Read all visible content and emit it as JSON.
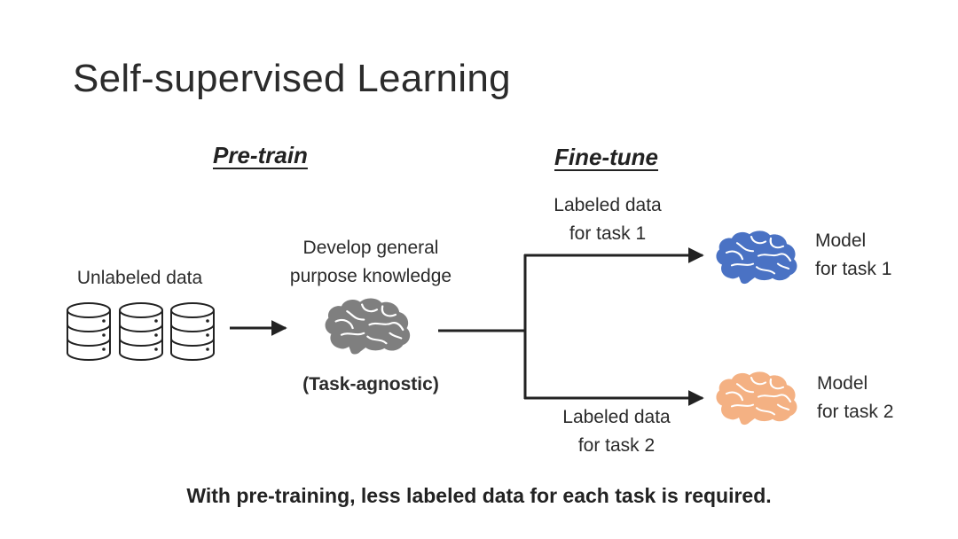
{
  "title": "Self-supervised Learning",
  "pretrain": {
    "heading": "Pre-train",
    "data_label": "Unlabeled data",
    "knowledge_line1": "Develop general",
    "knowledge_line2": "purpose knowledge",
    "qualifier": "(Task-agnostic)"
  },
  "finetune": {
    "heading": "Fine-tune",
    "task1_data_line1": "Labeled data",
    "task1_data_line2": "for task 1",
    "task2_data_line1": "Labeled data",
    "task2_data_line2": "for task 2",
    "model1_line1": "Model",
    "model1_line2": "for task 1",
    "model2_line1": "Model",
    "model2_line2": "for task 2"
  },
  "footer": "With pre-training, less labeled data for each task is required.",
  "colors": {
    "general_brain": "#7f7f7f",
    "task1_brain": "#4a72c4",
    "task2_brain": "#f4b183",
    "line": "#222222"
  },
  "icons": [
    "database-icon",
    "brain-icon"
  ]
}
